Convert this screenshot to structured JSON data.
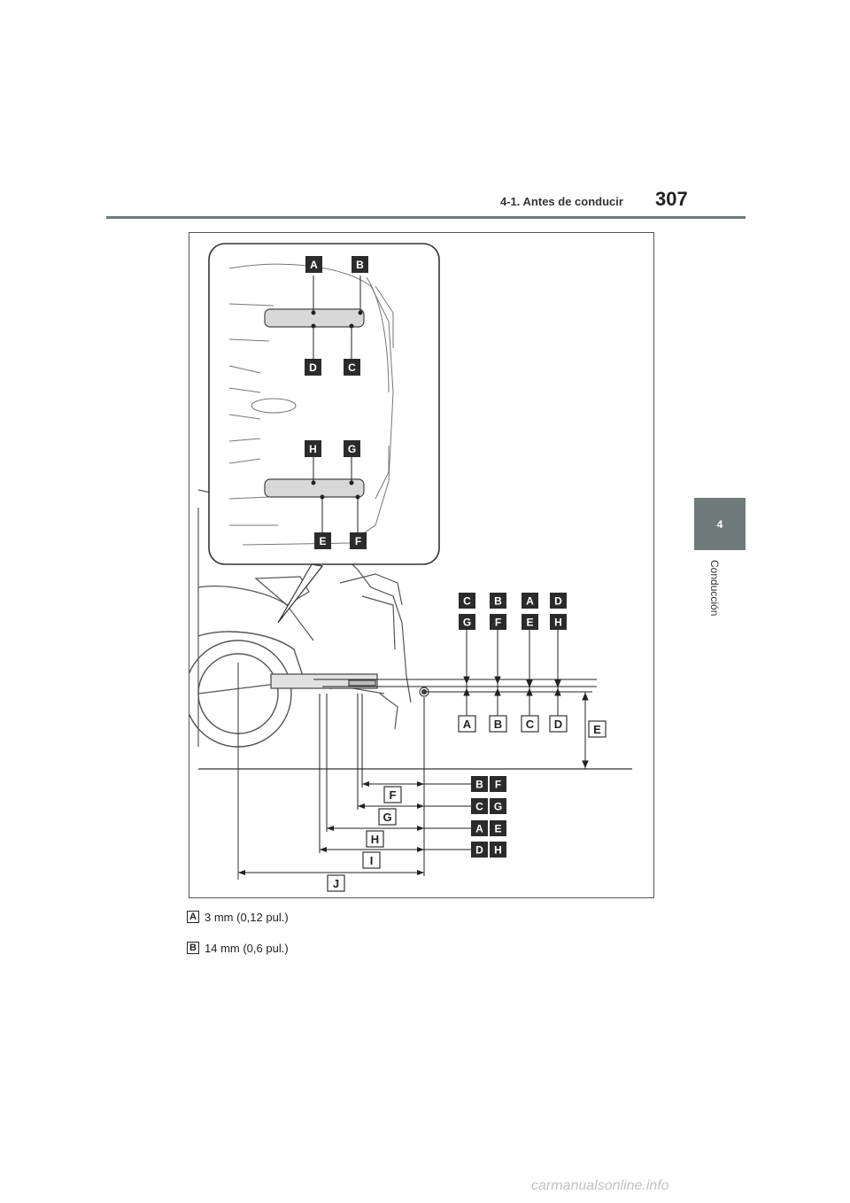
{
  "header": {
    "section": "4-1. Antes de conducir",
    "page_number": "307"
  },
  "side_tab": {
    "number": "4",
    "label": "Conducción"
  },
  "figure": {
    "inset_labels_top": [
      "A",
      "B",
      "D",
      "C"
    ],
    "inset_labels_bottom": [
      "H",
      "G",
      "E",
      "F"
    ],
    "column_labels_top": [
      "C",
      "B",
      "A",
      "D"
    ],
    "column_labels_second": [
      "G",
      "F",
      "E",
      "H"
    ],
    "bottom_labels": [
      "A",
      "B",
      "C",
      "D"
    ],
    "height_label": "E",
    "dimension_rows": [
      {
        "label": "F",
        "key": [
          "B",
          "F"
        ]
      },
      {
        "label": "G",
        "key": [
          "C",
          "G"
        ]
      },
      {
        "label": "H",
        "key": [
          "A",
          "E"
        ]
      },
      {
        "label": "I",
        "key": [
          "D",
          "H"
        ]
      },
      {
        "label": "J",
        "key": []
      }
    ]
  },
  "legend": [
    {
      "key": "A",
      "text": "3 mm (0,12 pul.)"
    },
    {
      "key": "B",
      "text": "14 mm (0,6 pul.)"
    }
  ],
  "watermark": "carmanualsonline.info",
  "colors": {
    "accent_gray": "#6f7b7b",
    "label_box": "#2b2b2b"
  }
}
